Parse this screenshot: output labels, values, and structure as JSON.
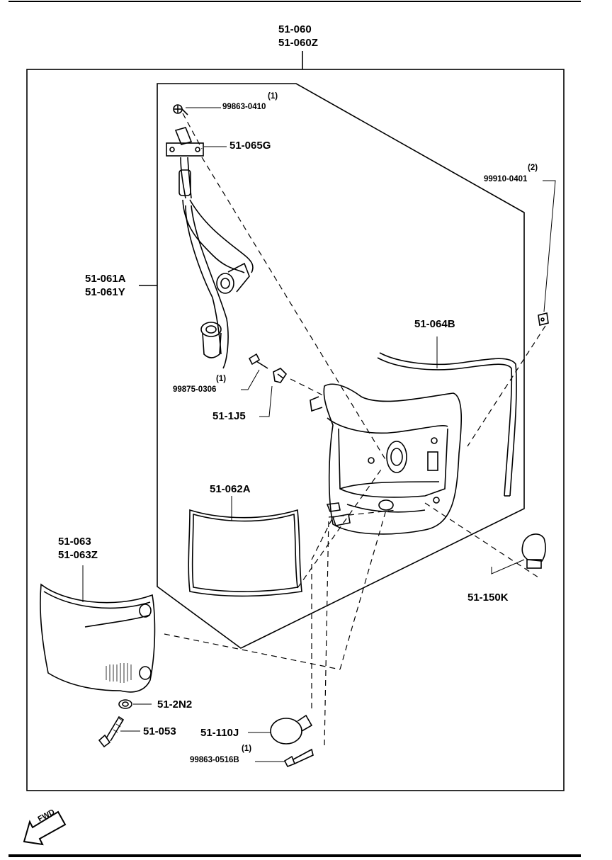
{
  "callouts": {
    "assembly_main": "51-060",
    "assembly_alt": "51-060Z",
    "screw_top_qty": "(1)",
    "screw_top": "99863-0410",
    "socket_bracket": "51-065G",
    "retainer_qty": "(2)",
    "retainer": "99910-0401",
    "wiring_main": "51-061A",
    "wiring_alt": "51-061Y",
    "gasket_outer": "51-064B",
    "bolt_qty": "(1)",
    "bolt": "99875-0306",
    "clip": "51-1J5",
    "gasket_inner": "51-062A",
    "lens_main": "51-063",
    "lens_alt": "51-063Z",
    "bulb_right": "51-150K",
    "washer": "51-2N2",
    "screw_lens": "51-053",
    "bulb_bottom": "51-110J",
    "screw_bottom_qty": "(1)",
    "screw_bottom": "99863-0516B"
  },
  "fwd_indicator": "FWD"
}
